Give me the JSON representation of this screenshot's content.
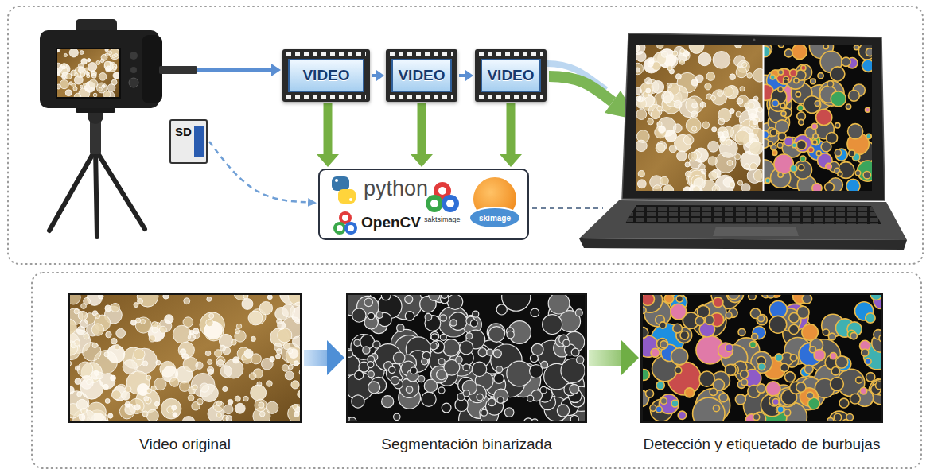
{
  "diagram": {
    "nodes": [
      {
        "text": [
          "VIDEO"
        ]
      },
      {
        "text": [
          "VIDEO"
        ]
      },
      {
        "text": [
          "VIDEO"
        ]
      },
      {
        "text": [
          "python",
          "OpenCV",
          "saktsimage",
          "skimage"
        ]
      },
      {
        "text": [
          "SD"
        ]
      },
      {
        "text": [
          "Video original"
        ]
      },
      {
        "text": [
          "Segmentación binarizada"
        ]
      },
      {
        "text": [
          "Detección y etiquetado de burbujas"
        ]
      }
    ],
    "edges": [
      {
        "from": 0,
        "to": 1,
        "arrow": "to"
      },
      {
        "from": 1,
        "to": 2,
        "arrow": "to"
      },
      {
        "from": 0,
        "to": 3,
        "arrow": "to"
      },
      {
        "from": 1,
        "to": 3,
        "arrow": "to"
      },
      {
        "from": 2,
        "to": 3,
        "arrow": "to"
      },
      {
        "from": 4,
        "to": 3,
        "arrow": "to"
      },
      {
        "from": 5,
        "to": 6,
        "arrow": "to"
      },
      {
        "from": 6,
        "to": 7,
        "arrow": "to"
      }
    ]
  }
}
